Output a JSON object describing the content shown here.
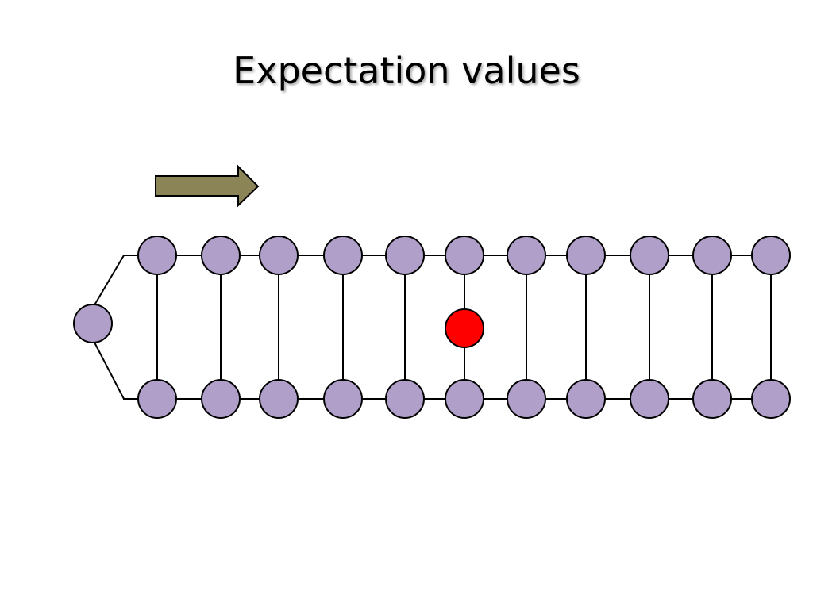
{
  "slide": {
    "title": "Expectation values"
  },
  "diagram": {
    "columns": 11,
    "rows": 2,
    "highlighted_column": 5,
    "colors": {
      "node_fill": "#b09fc8",
      "node_stroke": "#000000",
      "highlight_fill": "#ff0000",
      "arrow_fill": "#8b8457",
      "line": "#000000"
    },
    "icons": {
      "direction": "right-arrow-icon"
    }
  }
}
